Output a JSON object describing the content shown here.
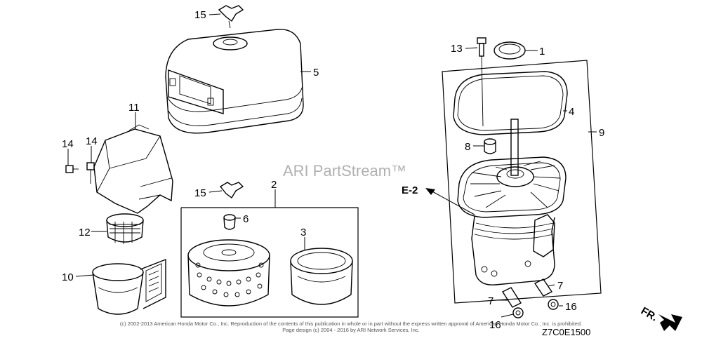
{
  "watermark": "ARI PartStream™",
  "callouts": {
    "c1": "1",
    "c2": "2",
    "c3": "3",
    "c4": "4",
    "c5": "5",
    "c6": "6",
    "c7a": "7",
    "c7b": "7",
    "c8": "8",
    "c9": "9",
    "c10": "10",
    "c11": "11",
    "c12": "12",
    "c13": "13",
    "c14a": "14",
    "c14b": "14",
    "c15a": "15",
    "c15b": "15",
    "c16a": "16",
    "c16b": "16"
  },
  "ref_label": "E-2",
  "direction_label": "FR.",
  "diagram_code": "Z7C0E1500",
  "copyright_line1": "(c) 2002-2013 American Honda Motor Co., Inc. Reproduction of the contents of this publication in whole or in part without the express written approval of American Honda Motor Co., Inc. is prohibited.",
  "copyright_line2": "Page design (c) 2004 - 2016 by ARI Network Services, Inc."
}
